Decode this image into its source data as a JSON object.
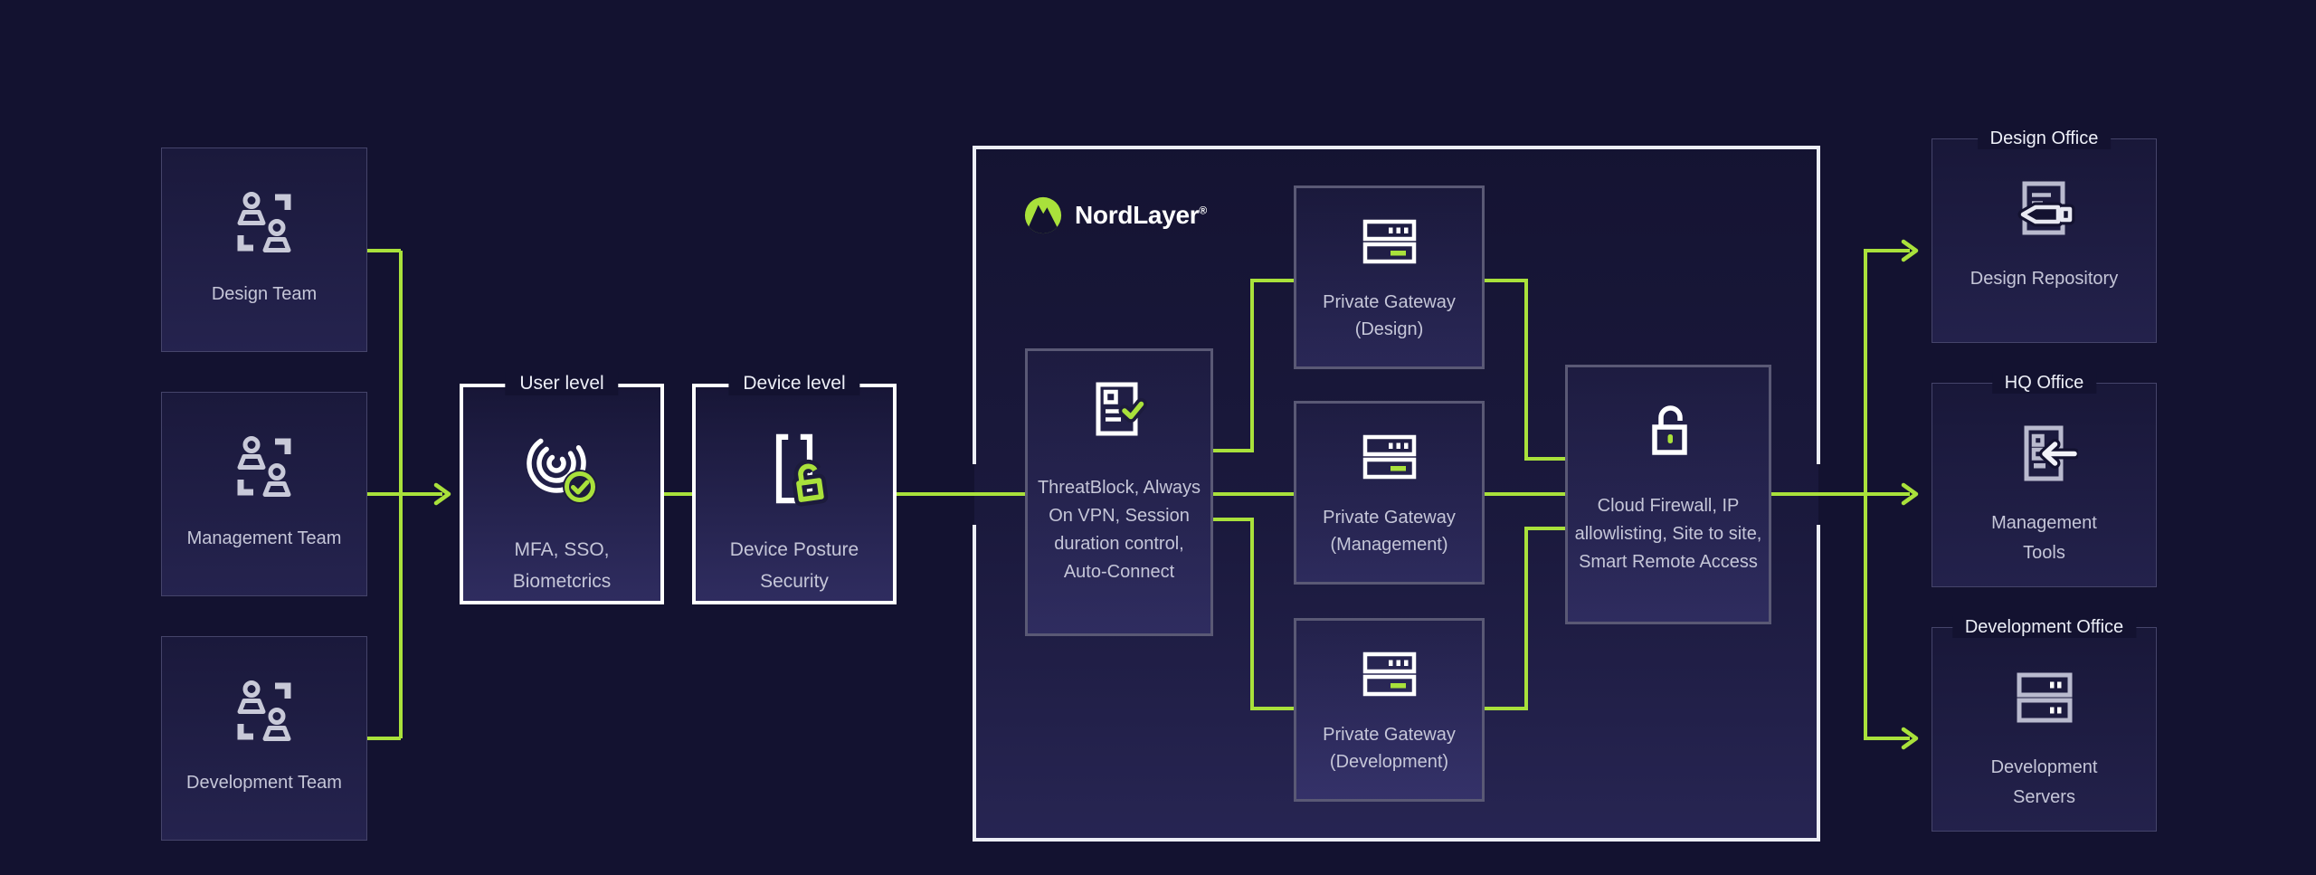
{
  "page": {
    "background": "#131230",
    "accent_green": "#a9e13b"
  },
  "teams": [
    {
      "label": "Design Team"
    },
    {
      "label": "Management Team"
    },
    {
      "label": "Development Team"
    }
  ],
  "levels": {
    "user": {
      "tag": "User level",
      "label": "MFA, SSO, Biometcrics"
    },
    "device": {
      "tag": "Device level",
      "label": "Device Posture Security"
    }
  },
  "nordlayer": {
    "brand": "NordLayer",
    "trademark": "®"
  },
  "platform": {
    "threatblock": {
      "label": "ThreatBlock, Always On VPN, Session duration control, Auto-Connect"
    },
    "gateways": [
      {
        "label": "Private Gateway (Design)"
      },
      {
        "label": "Private Gateway (Management)"
      },
      {
        "label": "Private Gateway (Development)"
      }
    ],
    "firewall": {
      "label": "Cloud Firewall, IP allowlisting, Site to site, Smart Remote Access"
    }
  },
  "offices": [
    {
      "tag": "Design Office",
      "label": "Design Repository"
    },
    {
      "tag": "HQ Office",
      "label": "Management Tools"
    },
    {
      "tag": "Development Office",
      "label": "Development Servers"
    }
  ]
}
